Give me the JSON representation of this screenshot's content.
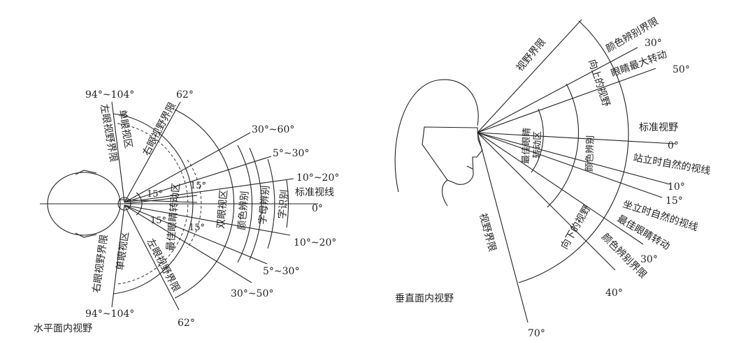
{
  "horizontal": {
    "title": "水平面内视野",
    "top_limit": "94°~104°",
    "bottom_limit": "94°~104°",
    "top_62": "62°",
    "bottom_62": "62°",
    "up_30_60": "30°~60°",
    "up_5_30": "5°~30°",
    "up_10_20": "10°~20°",
    "down_10_20": "10°~20°",
    "down_5_30": "5°~30°",
    "down_30_50": "30°~50°",
    "zero": "0°",
    "standard_line": "标准视线",
    "left_eye_limit": "左眼视野界限",
    "right_eye_limit_top": "右眼视野界限",
    "mono_top": "单眼视区",
    "right_eye_limit_bottom": "右眼视野界限",
    "mono_bottom": "单眼视区",
    "left_eye_limit_bottom": "左眼视野界限",
    "best_rotation": "最佳眼睛转动区",
    "binocular": "双眼视区",
    "color": "颜色辨别",
    "letter": "字母辨别",
    "word": "字识别",
    "angle_15a": "15°",
    "angle_15b": "15°",
    "angle_15c": "15°",
    "angle_15d": "15°"
  },
  "vertical": {
    "title": "垂直面内视野",
    "view_limit_top": "视野界限",
    "view_limit_bottom": "视野界限",
    "color_limit_top": "颜色辨别界限",
    "deg_30_up": "30°",
    "max_rotation": "眼睛最大转动",
    "deg_50": "50°",
    "upward": "向上的视野",
    "standard": "标准视野",
    "deg_0": "0°",
    "standing": "站立时自然的视线",
    "deg_10": "10°",
    "deg_15": "15°",
    "sitting": "坐立时自然的视线",
    "best_rotation_right": "最佳眼睛转动",
    "deg_30_down": "30°",
    "color_limit_bottom": "颜色辨别界限",
    "deg_40": "40°",
    "deg_70": "70°",
    "downward": "向下的视野",
    "best_zone_1": "最佳眼睛",
    "best_zone_2": "转动区",
    "color_zone": "颜色辨别"
  }
}
